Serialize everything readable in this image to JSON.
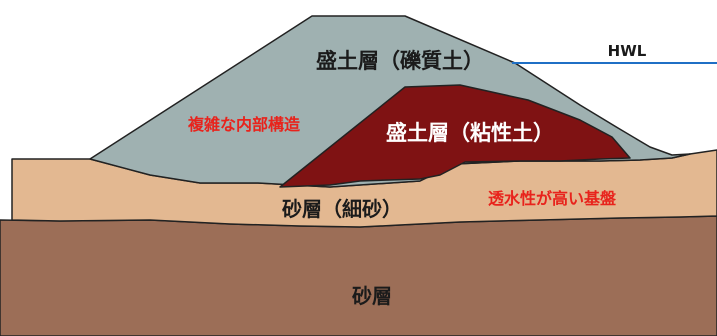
{
  "diagram": {
    "colors": {
      "background": "#ffffff",
      "deep_sand": "#9c6e57",
      "fine_sand": "#e3b891",
      "gravel_embankment": "#9fb1b1",
      "clay_embankment": "#7f1213",
      "outline": "#222222",
      "water_line": "#1f6fc5",
      "dark_label": "#1b1b1b",
      "white_label": "#ffffff",
      "red_label": "#e8231c"
    },
    "labels": {
      "embankment_gravel": "盛土層（礫質土）",
      "hwl": "HWL",
      "complex_structure": "複雑な内部構造",
      "embankment_clay": "盛土層（粘性土）",
      "sand_fine": "砂層（細砂）",
      "permeable_base": "透水性が高い基盤",
      "sand_deep": "砂層"
    }
  }
}
